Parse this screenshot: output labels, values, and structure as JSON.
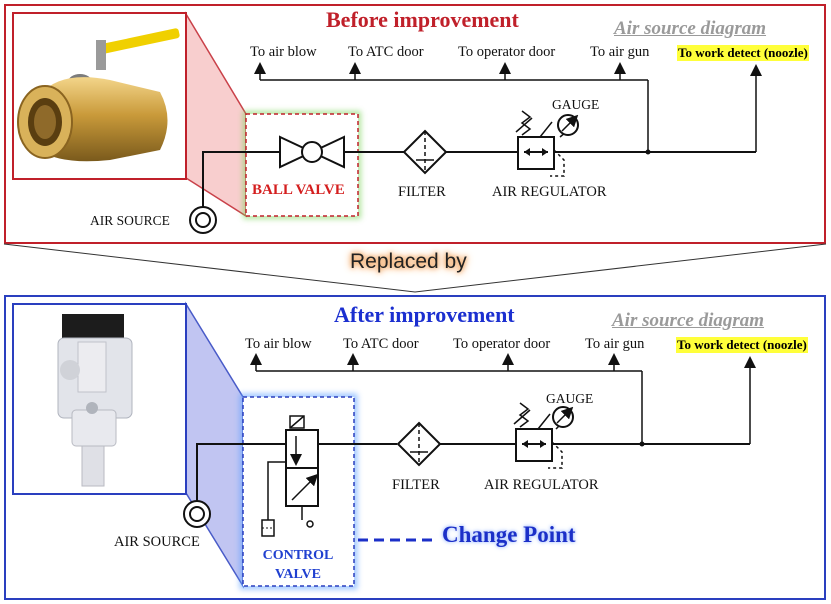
{
  "before": {
    "title": "Before improvement",
    "subtitle": "Air source diagram",
    "outlets": [
      "To air blow",
      "To ATC door",
      "To operator door",
      "To air gun"
    ],
    "outlet_highlight": "To work detect (noozle)",
    "gauge": "GAUGE",
    "valve": "BALL VALVE",
    "filter": "FILTER",
    "regulator": "AIR REGULATOR",
    "source": "AIR SOURCE"
  },
  "replaced": "Replaced by",
  "after": {
    "title": "After improvement",
    "subtitle": "Air source diagram",
    "outlets": [
      "To air blow",
      "To ATC door",
      "To operator door",
      "To air gun"
    ],
    "outlet_highlight": "To work detect (noozle)",
    "gauge": "GAUGE",
    "valve_line1": "CONTROL",
    "valve_line2": "VALVE",
    "filter": "FILTER",
    "regulator": "AIR REGULATOR",
    "source": "AIR SOURCE",
    "change": "Change Point"
  },
  "colors": {
    "before_border": "#c0202a",
    "after_border": "#2a3fbf",
    "before_title": "#c0202a",
    "after_title": "#1b2fd0",
    "highlight": "#ffff3a"
  },
  "icons": [
    "ball-valve-photo",
    "solenoid-valve-photo",
    "ball-valve-symbol",
    "filter-symbol",
    "regulator-symbol",
    "gauge-symbol",
    "air-source-symbol",
    "solenoid-valve-symbol"
  ]
}
